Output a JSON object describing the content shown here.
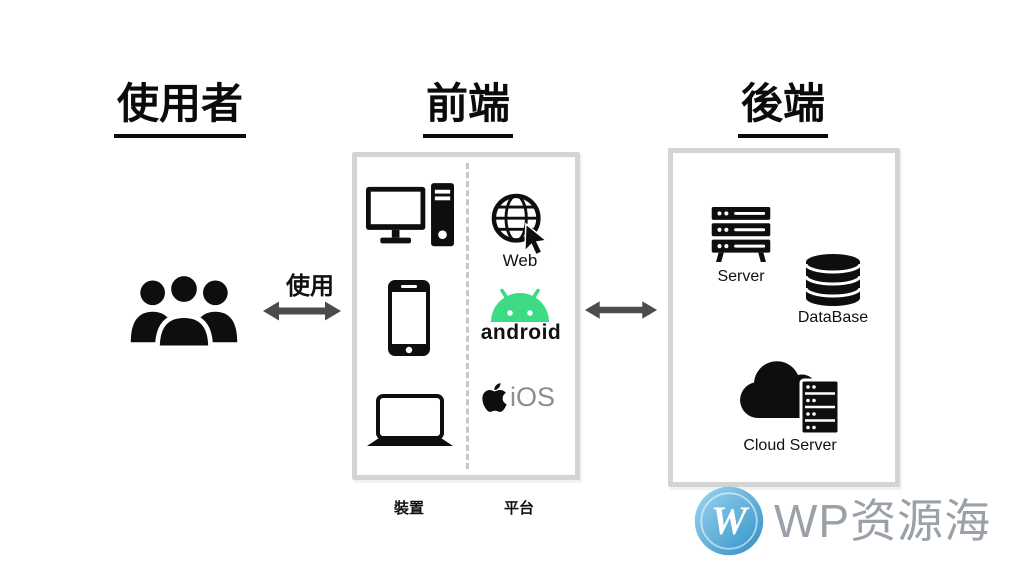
{
  "headings": {
    "user": "使用者",
    "frontend": "前端",
    "backend": "後端"
  },
  "labels": {
    "use": "使用",
    "device": "裝置",
    "platform": "平台"
  },
  "frontend": {
    "platforms": {
      "web": "Web",
      "android": "android",
      "ios": "iOS"
    }
  },
  "backend": {
    "server": "Server",
    "database": "DataBase",
    "cloud_server": "Cloud Server"
  },
  "watermark": {
    "text": "WP资源海"
  },
  "icons": {
    "users": "users-group-icon",
    "desktop": "desktop-computer-icon",
    "phone": "smartphone-icon",
    "laptop": "laptop-icon",
    "web": "globe-cursor-icon",
    "android": "android-robot-icon",
    "apple": "apple-logo-icon",
    "server": "server-rack-icon",
    "database": "database-icon",
    "cloud_server": "cloud-server-icon",
    "arrows": "double-headed-arrow-icon",
    "watermark_logo": "wordpress-logo-icon"
  },
  "colors": {
    "android_green": "#3DDC84",
    "arrow_gray": "#4c4c4c",
    "box_border": "#d4d4d4",
    "ios_gray": "#8d8d8d",
    "watermark_text": "#9ba1a9",
    "watermark_blue": "#3f9ed2"
  }
}
